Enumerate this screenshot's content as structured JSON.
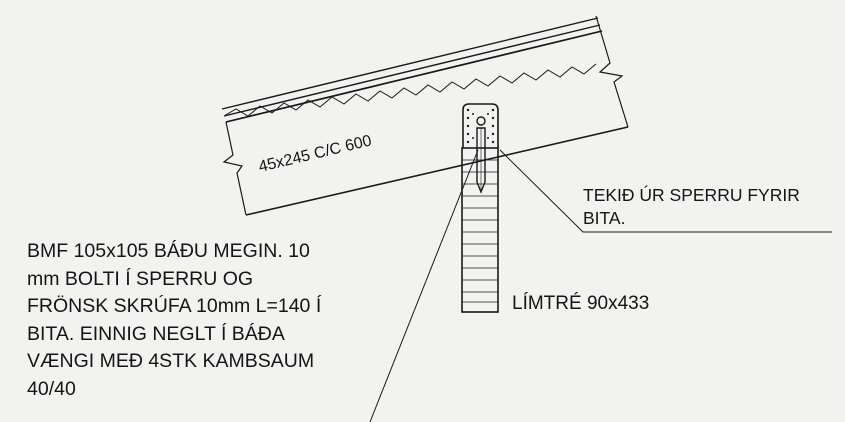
{
  "rafter": {
    "label": "45x245 C/C 600"
  },
  "callout_right": {
    "lines": [
      "TEKIÐ ÚR SPERRU FYRIR",
      "BITA."
    ]
  },
  "beam": {
    "label": "LÍMTRÉ 90x433"
  },
  "callout_left": {
    "lines": [
      "BMF 105x105 BÁÐU MEGIN. 10",
      "mm BOLTI Í SPERRU OG",
      "FRÖNSK SKRÚFA 10mm L=140 Í",
      "BITA. EINNIG NEGLT Í BÁÐA",
      "VÆNGI MEÐ 4STK KAMBSAUM",
      "40/40"
    ]
  }
}
